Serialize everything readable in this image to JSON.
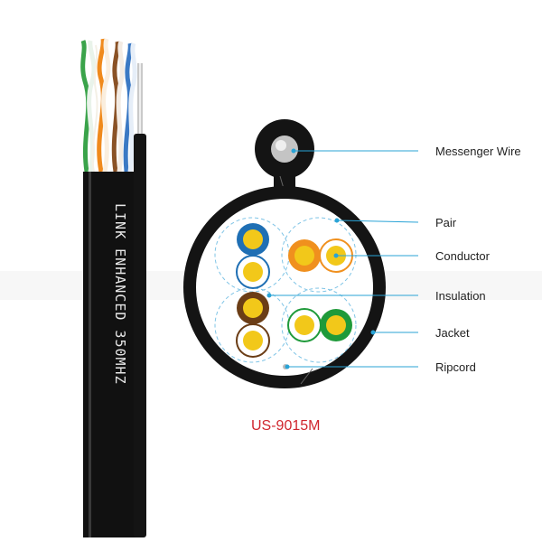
{
  "cable_print": "LINK ENHANCED 350MHZ",
  "model": "US-9015M",
  "labels": {
    "messenger_wire": "Messenger Wire",
    "pair": "Pair",
    "conductor": "Conductor",
    "insulation": "Insulation",
    "jacket": "Jacket",
    "ripcord": "Ripcord"
  },
  "colors": {
    "jacket": "#111111",
    "leader_line": "#29a3d6",
    "model_text": "#d0262e",
    "blue": "#1f6fb4",
    "orange": "#f0901e",
    "brown": "#6b3d16",
    "green": "#1f9a3a",
    "conductor": "#f2c81a",
    "white": "#ffffff"
  },
  "pairs": [
    {
      "name": "blue",
      "solid": "blue"
    },
    {
      "name": "orange",
      "solid": "orange"
    },
    {
      "name": "brown",
      "solid": "brown"
    },
    {
      "name": "green",
      "solid": "green"
    }
  ]
}
